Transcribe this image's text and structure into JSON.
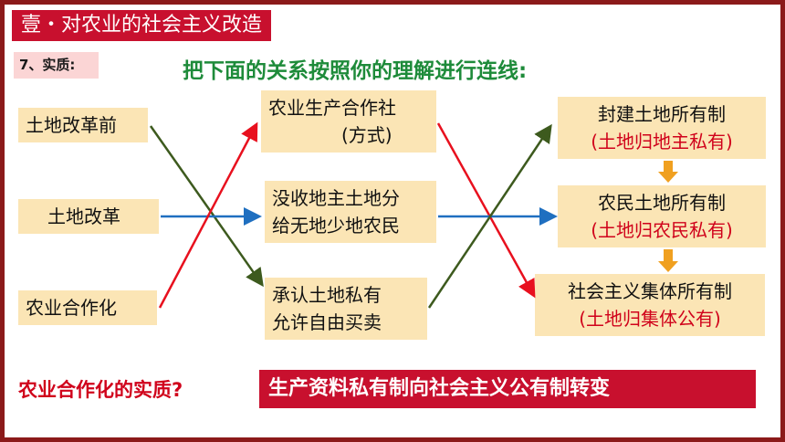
{
  "slide": {
    "title": "壹・对农业的社会主义改造",
    "tag": "7、实质:",
    "heading": "把下面的关系按照你的理解进行连线:"
  },
  "left": [
    {
      "text": "土地改革前"
    },
    {
      "text": "土地改革"
    },
    {
      "text": "农业合作化"
    }
  ],
  "middle": [
    {
      "line1": "农业生产合作社",
      "line2": "(方式)"
    },
    {
      "line1": "没收地主土地分",
      "line2": "给无地少地农民"
    },
    {
      "line1": "承认土地私有",
      "line2": "允许自由买卖"
    }
  ],
  "right": [
    {
      "line1": "封建土地所有制",
      "line2": "(土地归地主私有)"
    },
    {
      "line1": "农民土地所有制",
      "line2": "(土地归农民私有)"
    },
    {
      "line1": "社会主义集体所有制",
      "line2": "(土地归集体公有)"
    }
  ],
  "question": "农业合作化的实质?",
  "answer": "生产资料私有制向社会主义公有制转变",
  "colors": {
    "title_bg": "#c8102e",
    "box_bg": "#fbe5b5",
    "heading": "#1e8b3a",
    "red_line": "#e8101e",
    "green_line": "#3d5a1e",
    "blue_line": "#1f6fc0",
    "down_arrow": "#f0a020"
  }
}
